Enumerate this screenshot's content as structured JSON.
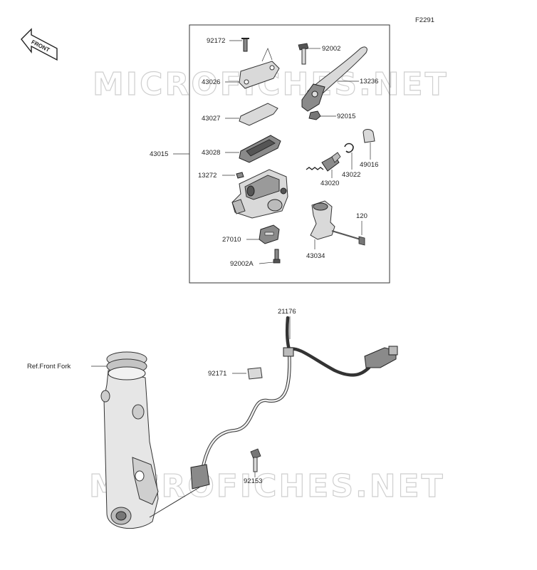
{
  "figure_code": "F2291",
  "front_label": "FRONT",
  "watermark": "MICROFICHES.NET",
  "callouts": {
    "p92172": "92172",
    "p43026": "43026",
    "p43027": "43027",
    "p43028": "43028",
    "p43015": "43015",
    "p13272": "13272",
    "p27010": "27010",
    "p92002A": "92002A",
    "p92002": "92002",
    "p13236": "13236",
    "p92015": "92015",
    "p49016": "49016",
    "p43022": "43022",
    "p43020": "43020",
    "p120": "120",
    "p43034": "43034",
    "p21176": "21176",
    "ref_front_fork": "Ref.Front Fork",
    "p92171": "92171",
    "p92153": "92153"
  }
}
